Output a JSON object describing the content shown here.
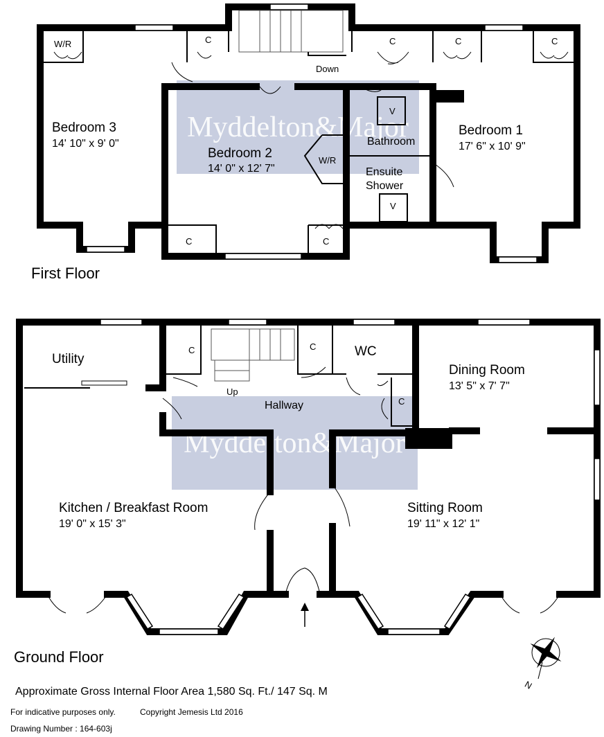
{
  "watermark": {
    "text": "Myddelton&Major"
  },
  "first_floor": {
    "label": "First Floor",
    "down_label": "Down",
    "rooms": {
      "bedroom3": {
        "name": "Bedroom 3",
        "dims": "14' 10\" x 9' 0\""
      },
      "bedroom2": {
        "name": "Bedroom 2",
        "dims": "14' 0\" x 12' 7\""
      },
      "bedroom1": {
        "name": "Bedroom 1",
        "dims": "17' 6\" x 10' 9\""
      },
      "bathroom": {
        "name": "Bathroom"
      },
      "ensuite": {
        "name_line1": "Ensuite",
        "name_line2": "Shower"
      }
    },
    "cupboard_label": "C",
    "wardrobe_label": "W/R",
    "vent_label": "V"
  },
  "ground_floor": {
    "label": "Ground Floor",
    "up_label": "Up",
    "rooms": {
      "utility": {
        "name": "Utility"
      },
      "wc": {
        "name": "WC"
      },
      "hallway": {
        "name": "Hallway"
      },
      "dining": {
        "name": "Dining Room",
        "dims": "13' 5\" x 7' 7\""
      },
      "kitchen": {
        "name": "Kitchen / Breakfast Room",
        "dims": "19' 0\" x 15' 3\""
      },
      "sitting": {
        "name": "Sitting Room",
        "dims": "19' 11\" x 12' 1\""
      }
    },
    "cupboard_label": "C"
  },
  "footer": {
    "area": "Approximate Gross Internal Floor Area 1,580 Sq. Ft./ 147 Sq. M",
    "disclaimer": "For indicative purposes only.",
    "copyright": "Copyright Jemesis Ltd 2016",
    "drawing_number": "Drawing Number : 164-603j"
  },
  "compass": {
    "north_label": "N"
  }
}
